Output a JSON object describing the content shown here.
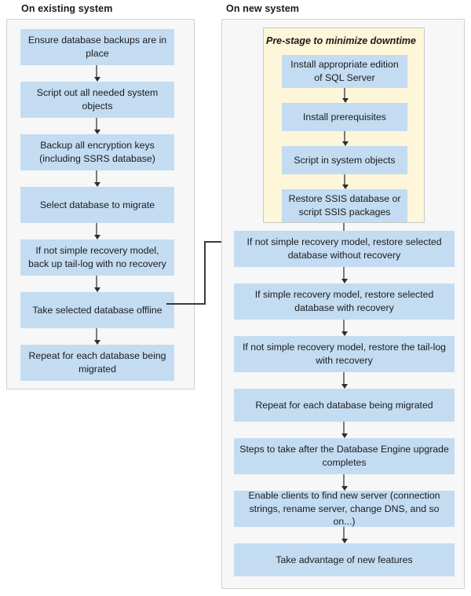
{
  "diagram": {
    "title_colors": {
      "process_box_fill": "#c3dcf2",
      "panel_fill": "#f7f7f7",
      "panel_border": "#d2d2d2",
      "prestage_fill": "#fdf6d8",
      "prestage_border": "#c8c8c8",
      "arrow_shaft": "#7a7a7a",
      "arrow_head": "#2d2d2d",
      "text": "#1b1b1b",
      "page_background": "#ffffff"
    },
    "columns": [
      {
        "id": "existing",
        "header": "On existing system",
        "steps": [
          {
            "id": "ensure-backups",
            "label": "Ensure database backups are in place"
          },
          {
            "id": "script-out-objects",
            "label": "Script out all needed system objects"
          },
          {
            "id": "backup-keys",
            "label": "Backup all encryption keys (including SSRS database)"
          },
          {
            "id": "select-database",
            "label": "Select database to migrate"
          },
          {
            "id": "backup-tail-log",
            "label": "If not simple recovery model, back up tail-log with no recovery"
          },
          {
            "id": "take-offline",
            "label": "Take selected database offline"
          },
          {
            "id": "repeat-each-db",
            "label": "Repeat for each database being migrated"
          }
        ]
      },
      {
        "id": "new",
        "header": "On new system",
        "prestage": {
          "title": "Pre-stage to minimize downtime",
          "steps": [
            {
              "id": "install-sql-server",
              "label": "Install appropriate edition of SQL Server"
            },
            {
              "id": "install-prereqs",
              "label": "Install prerequisites"
            },
            {
              "id": "script-in-objects",
              "label": "Script in system objects"
            },
            {
              "id": "restore-ssis",
              "label": "Restore SSIS database or script SSIS packages"
            }
          ]
        },
        "steps": [
          {
            "id": "restore-without-recovery",
            "label": "If not simple recovery model, restore selected database without recovery"
          },
          {
            "id": "restore-with-recovery",
            "label": "If simple recovery model, restore selected database with recovery"
          },
          {
            "id": "restore-tail-log",
            "label": "If not simple recovery model, restore the tail-log with recovery"
          },
          {
            "id": "repeat-each-db",
            "label": "Repeat for each database being migrated"
          },
          {
            "id": "post-upgrade-steps",
            "label": "Steps to take after the Database Engine upgrade completes"
          },
          {
            "id": "enable-clients",
            "label": "Enable clients to find new server (connection strings, rename server, change DNS, and so on...)"
          },
          {
            "id": "new-features",
            "label": "Take advantage of new features"
          }
        ]
      }
    ]
  }
}
